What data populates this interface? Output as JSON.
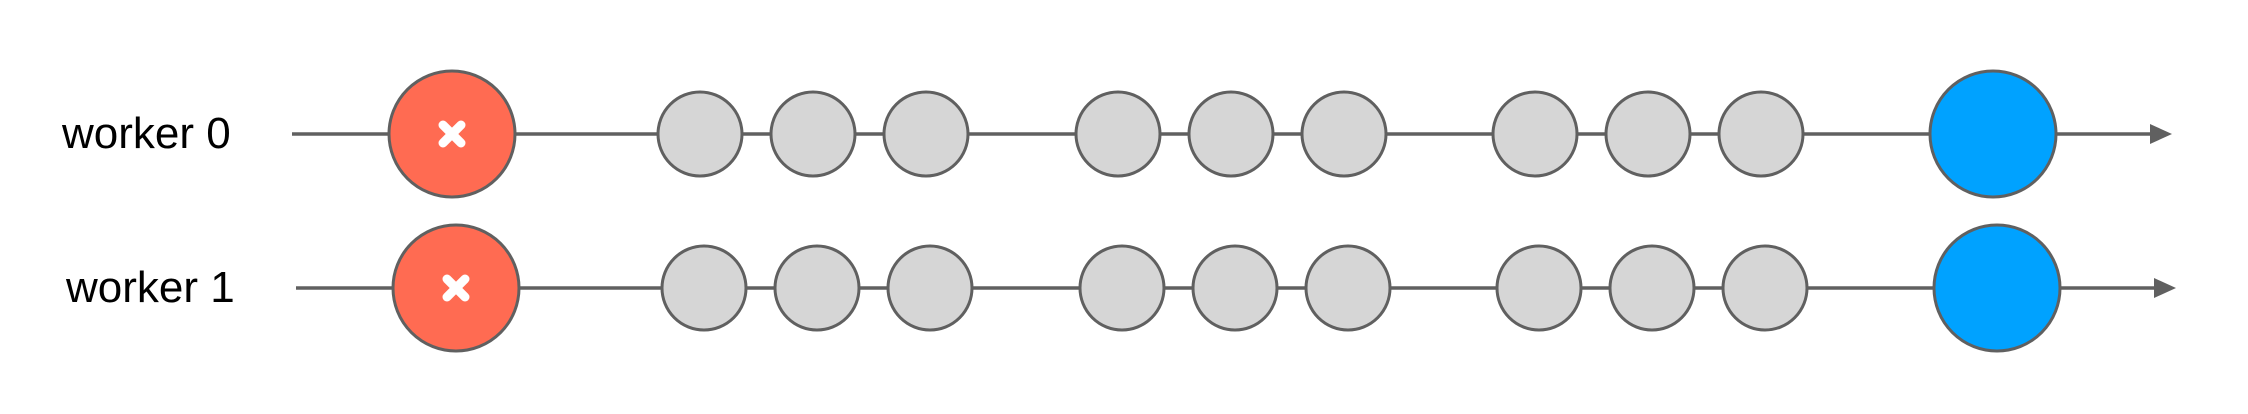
{
  "colors": {
    "line": "#606060",
    "error_fill": "#ff6b52",
    "pending_fill": "#d6d6d6",
    "complete_fill": "#00a2ff",
    "circle_stroke": "#606060",
    "error_mark": "#ffffff"
  },
  "workers": [
    {
      "label": "worker 0",
      "events": [
        {
          "kind": "error",
          "icon": "x-mark-icon"
        },
        {
          "kind": "pending"
        },
        {
          "kind": "pending"
        },
        {
          "kind": "pending"
        },
        {
          "kind": "pending"
        },
        {
          "kind": "pending"
        },
        {
          "kind": "pending"
        },
        {
          "kind": "pending"
        },
        {
          "kind": "pending"
        },
        {
          "kind": "pending"
        },
        {
          "kind": "complete"
        }
      ]
    },
    {
      "label": "worker 1",
      "events": [
        {
          "kind": "error",
          "icon": "x-mark-icon"
        },
        {
          "kind": "pending"
        },
        {
          "kind": "pending"
        },
        {
          "kind": "pending"
        },
        {
          "kind": "pending"
        },
        {
          "kind": "pending"
        },
        {
          "kind": "pending"
        },
        {
          "kind": "pending"
        },
        {
          "kind": "pending"
        },
        {
          "kind": "pending"
        },
        {
          "kind": "complete"
        }
      ]
    }
  ]
}
